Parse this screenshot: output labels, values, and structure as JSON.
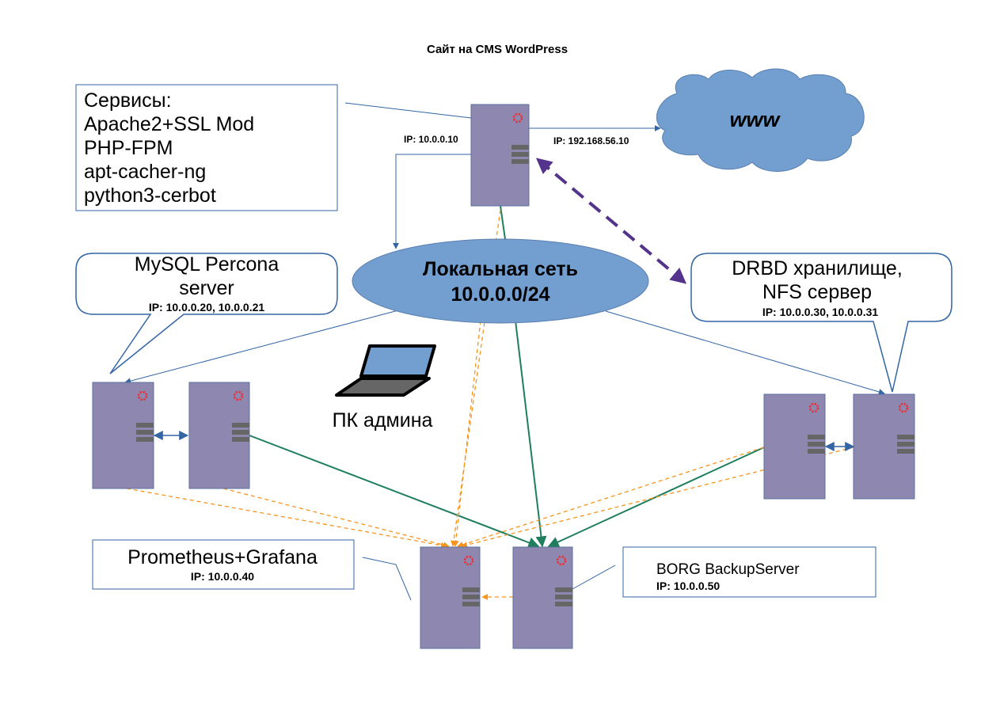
{
  "title": "Сайт на CMS WordPress",
  "web": {
    "services_title": "Сервисы:",
    "services": [
      "Apache2+SSL Mod",
      "PHP-FPM",
      "apt-cacher-ng",
      "python3-cerbot"
    ],
    "ip_local": "IP: 10.0.0.10",
    "ip_public": "IP: 192.168.56.10"
  },
  "internet": {
    "label": "www"
  },
  "lan": {
    "line1": "Локальная сеть",
    "line2": "10.0.0.0/24"
  },
  "mysql": {
    "line1": "MySQL Percona",
    "line2": "server",
    "ip": "IP: 10.0.0.20, 10.0.0.21"
  },
  "drbd": {
    "line1": "DRBD хранилище,",
    "line2": "NFS сервер",
    "ip": "IP: 10.0.0.30, 10.0.0.31"
  },
  "admin": {
    "label": "ПК админа"
  },
  "monitoring": {
    "name": "Prometheus+Grafana",
    "ip": "IP: 10.0.0.40"
  },
  "backup": {
    "name": "BORG BackupServer",
    "ip": "IP: 10.0.0.50"
  },
  "colors": {
    "server_fill": "#8e88b0",
    "server_stroke": "#5b6fa0",
    "cloud_fill": "#729fcf",
    "thin_line": "#3465a4",
    "green_line": "#1e7e5e",
    "orange_dash": "#f7941d",
    "purple_dash": "#54338c",
    "led": "#e8313a",
    "vent": "#666666"
  }
}
